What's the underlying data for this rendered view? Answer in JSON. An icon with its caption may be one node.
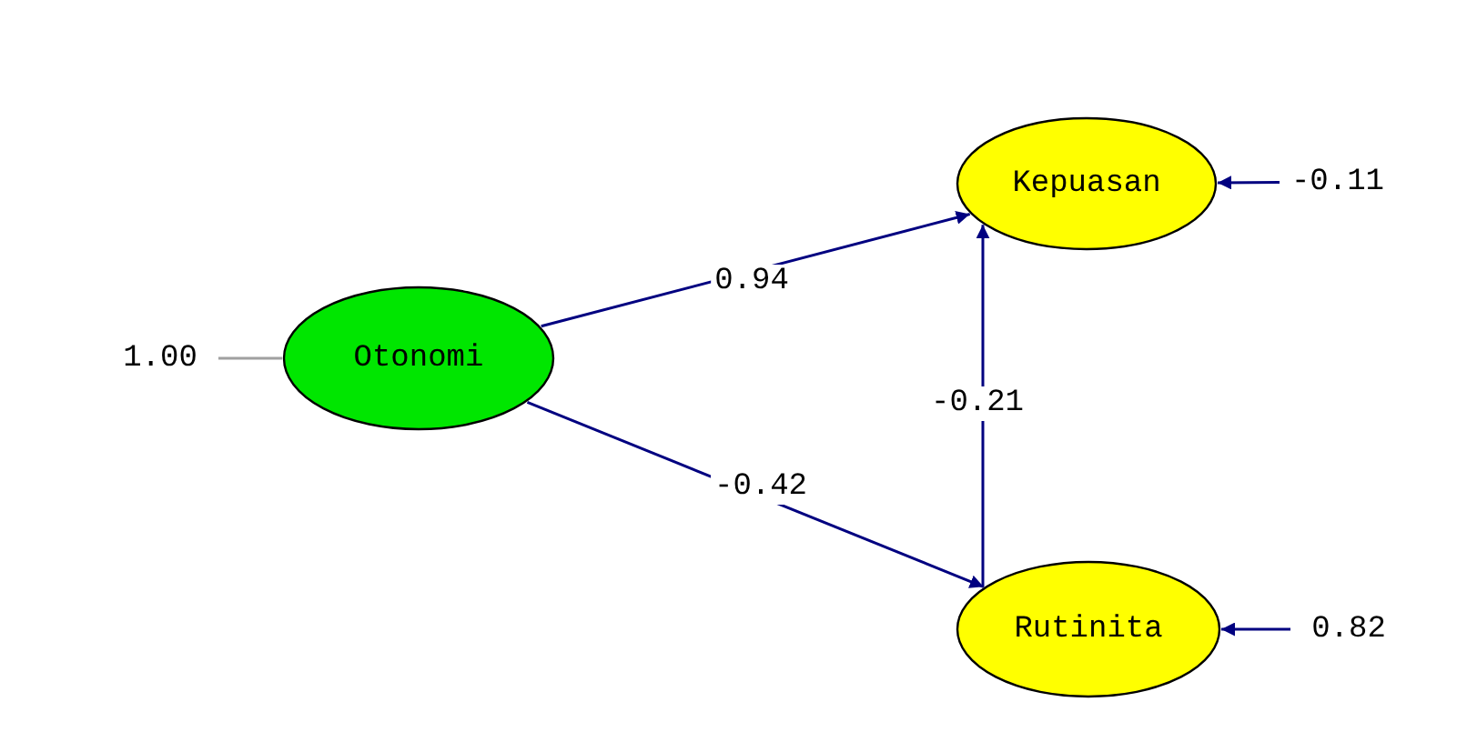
{
  "diagram": {
    "nodes": [
      {
        "text": [
          "Otonomi"
        ]
      },
      {
        "text": [
          "Kepuasan"
        ]
      },
      {
        "text": [
          "Rutinita"
        ]
      },
      {
        "text": [
          "1.00"
        ]
      },
      {
        "text": [
          "-0.11"
        ]
      },
      {
        "text": [
          "0.82"
        ]
      }
    ],
    "edges": [
      {
        "from": 0,
        "to": 1,
        "arrow": "to",
        "label": "0.94"
      },
      {
        "from": 0,
        "to": 2,
        "arrow": "to",
        "label": "-0.42"
      },
      {
        "from": 2,
        "to": 1,
        "arrow": "to",
        "label": "-0.21"
      },
      {
        "from": 3,
        "to": 0,
        "arrow": "none",
        "color": "#a0a0a0"
      },
      {
        "from": 4,
        "to": 1,
        "arrow": "to"
      },
      {
        "from": 5,
        "to": 2,
        "arrow": "to"
      }
    ]
  }
}
